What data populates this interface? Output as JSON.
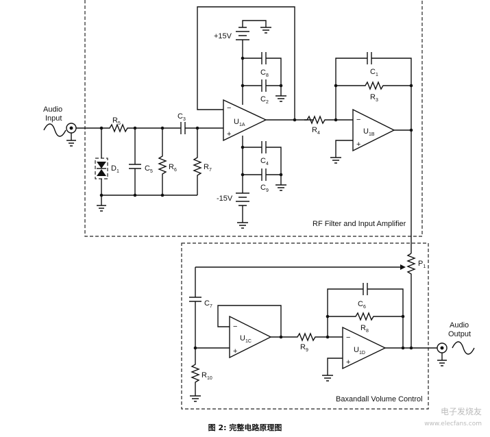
{
  "blocks": {
    "rf_filter": "RF Filter and Input Amplifier",
    "volume": "Baxandall Volume Control"
  },
  "io": {
    "input_line1": "Audio",
    "input_line2": "Input",
    "output_line1": "Audio",
    "output_line2": "Output"
  },
  "supplies": {
    "pos": "+15V",
    "neg": "-15V"
  },
  "components": {
    "R5": {
      "main": "R",
      "sub": "5"
    },
    "R6": {
      "main": "R",
      "sub": "6"
    },
    "R7": {
      "main": "R",
      "sub": "7"
    },
    "R4": {
      "main": "R",
      "sub": "4"
    },
    "R3": {
      "main": "R",
      "sub": "3"
    },
    "R8": {
      "main": "R",
      "sub": "8"
    },
    "R9": {
      "main": "R",
      "sub": "9"
    },
    "R10": {
      "main": "R",
      "sub": "10"
    },
    "C1": {
      "main": "C",
      "sub": "1"
    },
    "C2": {
      "main": "C",
      "sub": "2"
    },
    "C3": {
      "main": "C",
      "sub": "3"
    },
    "C4": {
      "main": "C",
      "sub": "4"
    },
    "C5": {
      "main": "C",
      "sub": "5"
    },
    "C6": {
      "main": "C",
      "sub": "6"
    },
    "C7": {
      "main": "C",
      "sub": "7"
    },
    "C8": {
      "main": "C",
      "sub": "8"
    },
    "C9": {
      "main": "C",
      "sub": "9"
    },
    "D1": {
      "main": "D",
      "sub": "1"
    },
    "P1": {
      "main": "P",
      "sub": "1"
    },
    "U1A": {
      "main": "U",
      "sub": "1A"
    },
    "U1B": {
      "main": "U",
      "sub": "1B"
    },
    "U1C": {
      "main": "U",
      "sub": "1C"
    },
    "U1D": {
      "main": "U",
      "sub": "1D"
    }
  },
  "opamp_pins": {
    "minus": "−",
    "plus": "+"
  },
  "caption": "图 2:   完整电路原理图",
  "watermark": {
    "line1": "电子发烧友",
    "line2": "www.elecfans.com"
  }
}
